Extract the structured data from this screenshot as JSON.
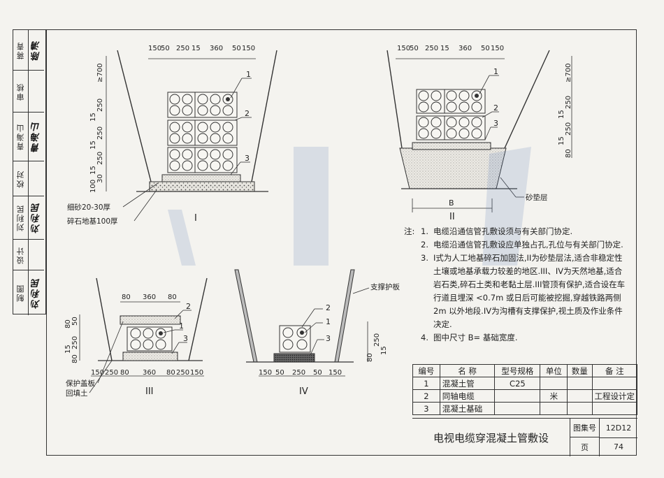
{
  "signatures": [
    {
      "role": "审核",
      "name": "蒋青",
      "signature": "陈清"
    },
    {
      "role": "校对",
      "name": "青海山",
      "signature": "青海山"
    },
    {
      "role": "设计",
      "name": "刘利民",
      "signature": "刘利民"
    },
    {
      "role": "制图",
      "name": "刘利民",
      "signature": "刘利民"
    }
  ],
  "diagram_I": {
    "label": "I",
    "top_dims": [
      "150",
      "50",
      "250",
      "15",
      "360",
      "50",
      "150"
    ],
    "side_dims": [
      "≥700",
      "250",
      "15",
      "250",
      "15",
      "250",
      "15",
      "30",
      "100"
    ],
    "callouts": [
      "1",
      "2",
      "3"
    ],
    "layer_labels": [
      "细砂20-30厚",
      "碎石地基100厚"
    ]
  },
  "diagram_II": {
    "label": "II",
    "top_dims": [
      "150",
      "50",
      "250",
      "15",
      "360",
      "50",
      "150"
    ],
    "side_dims": [
      "≥700",
      "250",
      "15",
      "250",
      "15",
      "80"
    ],
    "callouts": [
      "1",
      "2",
      "3"
    ],
    "bottom_dim": "B",
    "layer_label": "砂垫层"
  },
  "diagram_III": {
    "label": "III",
    "top_dims": [
      "80",
      "360",
      "80"
    ],
    "side_dims": [
      "50",
      "80",
      "250",
      "15",
      "80"
    ],
    "bottom_dims": [
      "150",
      "250",
      "80",
      "360",
      "80",
      "250",
      "150"
    ],
    "callouts": [
      "2",
      "1",
      "3"
    ],
    "layer_labels": [
      "保护盖板",
      "回填土"
    ]
  },
  "diagram_IV": {
    "label": "IV",
    "side_dims": [
      "250",
      "15",
      "80"
    ],
    "bottom_dims": [
      "150",
      "50",
      "250",
      "50",
      "150"
    ],
    "callouts": [
      "2",
      "1",
      "3"
    ],
    "layer_label": "支撑护板"
  },
  "notes": {
    "heading": "注:",
    "items": [
      {
        "num": "1.",
        "text": "电缆沿通信管孔敷设须与有关部门协定."
      },
      {
        "num": "2.",
        "text": "电缆沿通信管孔敷设应单独占孔,孔位与有关部门协定."
      },
      {
        "num": "3.",
        "text": "I式为人工地基碎石加固法,II为砂垫层法,适合非稳定性土壤或地基承载力较差的地区.III、IV为天然地基,适合岩石类,碎石土类和老黏土层.III管顶有保护,适合设在车行道且埋深 <0.7m 或日后可能被挖掘,穿越铁路两侧 2m 以外地段.IV为沟槽有支撑保护,视土质及作业条件决定."
      },
      {
        "num": "4.",
        "text": "图中尺寸 B= 基础宽度."
      }
    ]
  },
  "bom": {
    "headers": [
      "编号",
      "名 称",
      "型号规格",
      "单位",
      "数量",
      "备 注"
    ],
    "rows": [
      [
        "1",
        "混凝土管",
        "C25",
        "",
        "",
        ""
      ],
      [
        "2",
        "同轴电缆",
        "",
        "米",
        "",
        "工程设计定"
      ],
      [
        "3",
        "混凝土基础",
        "",
        "",
        "",
        ""
      ]
    ]
  },
  "title_block": {
    "title": "电视电缆穿混凝土管敷设",
    "atlas_label": "图集号",
    "atlas_no": "12D12",
    "page_label": "页",
    "page_no": "74"
  }
}
